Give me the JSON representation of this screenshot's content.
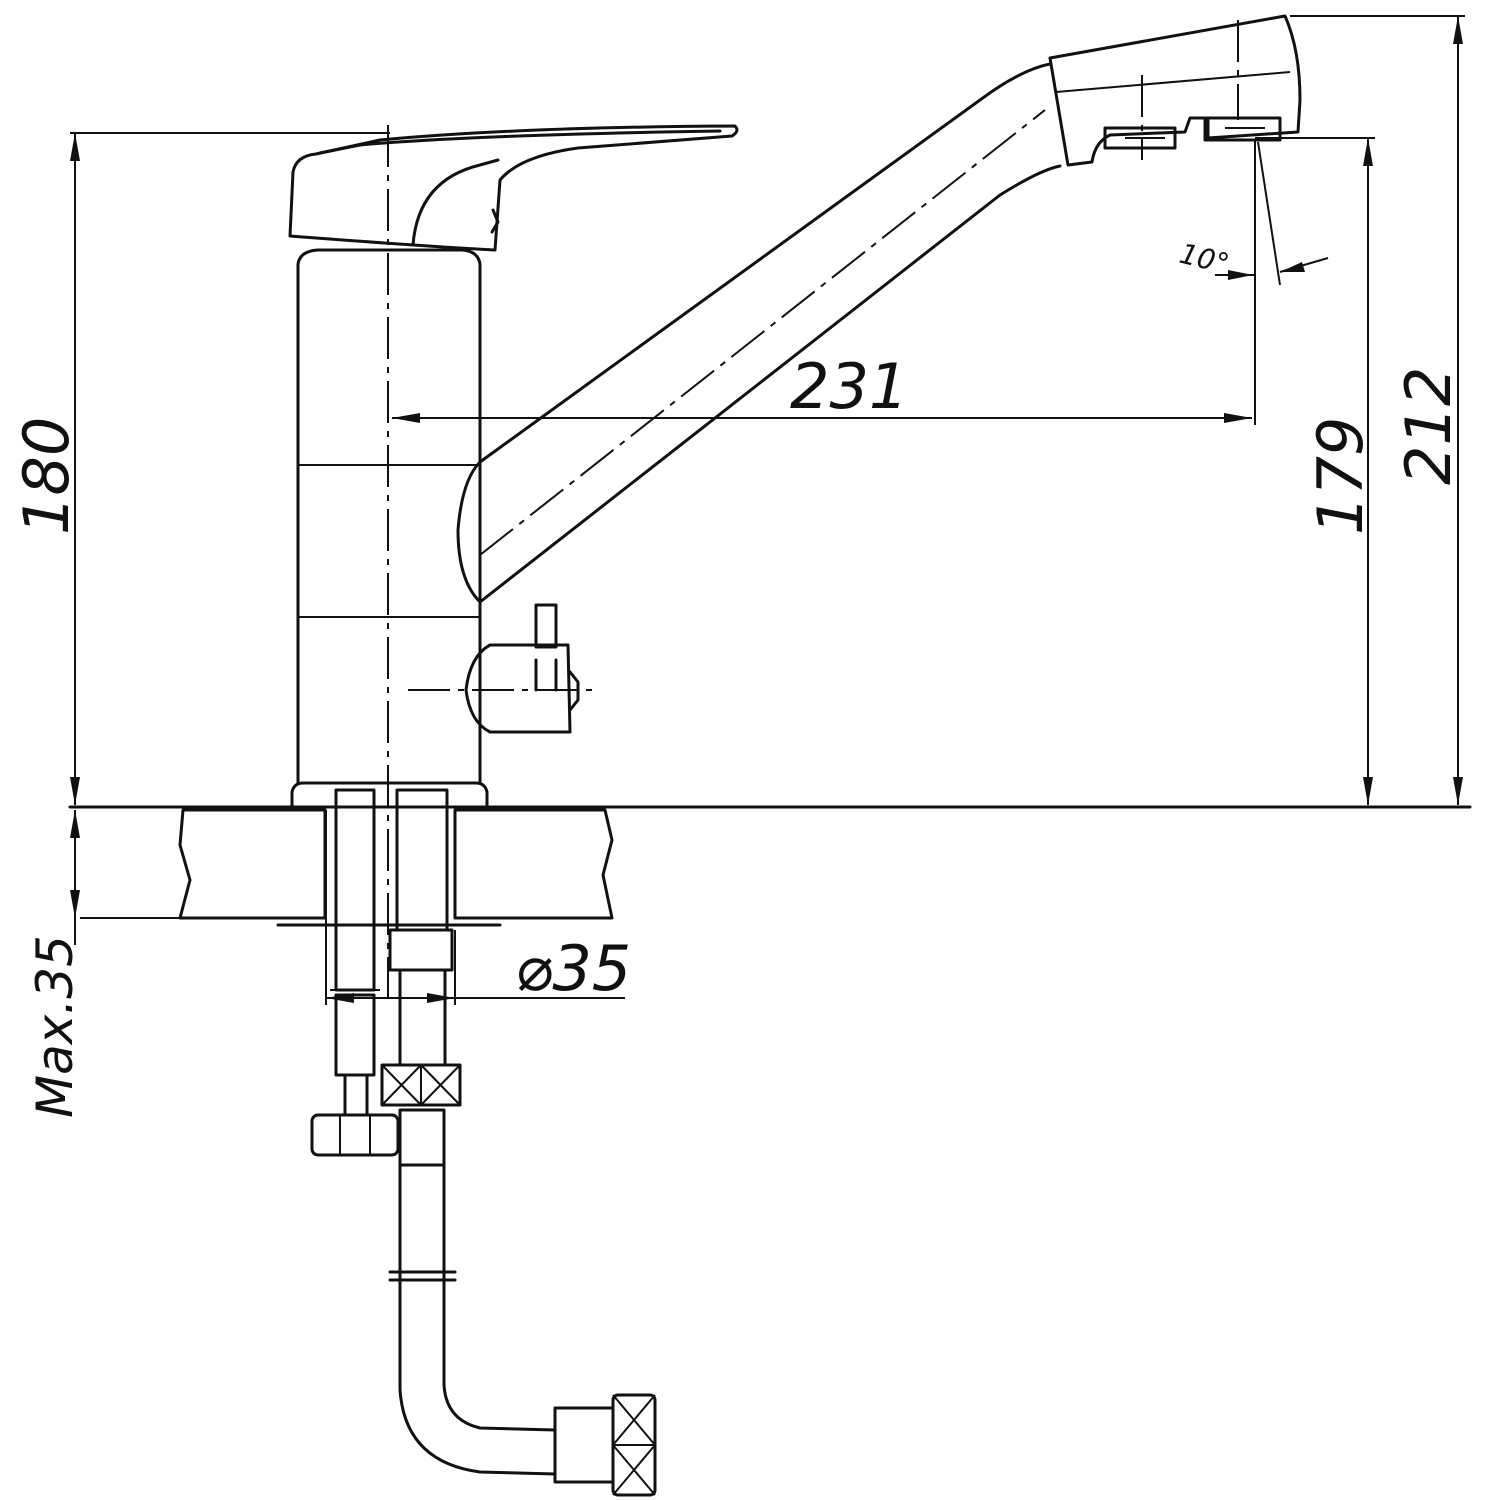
{
  "dimensions": {
    "reach": "231",
    "total_height": "180",
    "outlet_height": "179",
    "overall_height": "212",
    "max_counter_thickness": "Max.35",
    "mount_hole_diameter": "⌀35",
    "outlet_angle": "10°"
  },
  "colors": {
    "line": "#111111",
    "background": "#ffffff"
  }
}
